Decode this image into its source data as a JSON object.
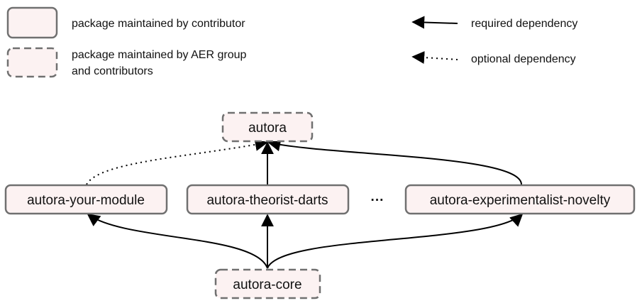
{
  "legend": {
    "maintained_by_contributor": "package maintained by contributor",
    "maintained_by_group_line1": "package maintained by AER group",
    "maintained_by_group_line2": "and contributors",
    "required_dependency": "required dependency",
    "optional_dependency": "optional dependency"
  },
  "nodes": {
    "autora": "autora",
    "your_module": "autora-your-module",
    "theorist_darts": "autora-theorist-darts",
    "ellipsis": "···",
    "experimentalist_novelty": "autora-experimentalist-novelty",
    "core": "autora-core"
  },
  "styles": {
    "box_fill": "#fcf2f2",
    "box_stroke": "#707070",
    "edge_color": "#000000"
  }
}
